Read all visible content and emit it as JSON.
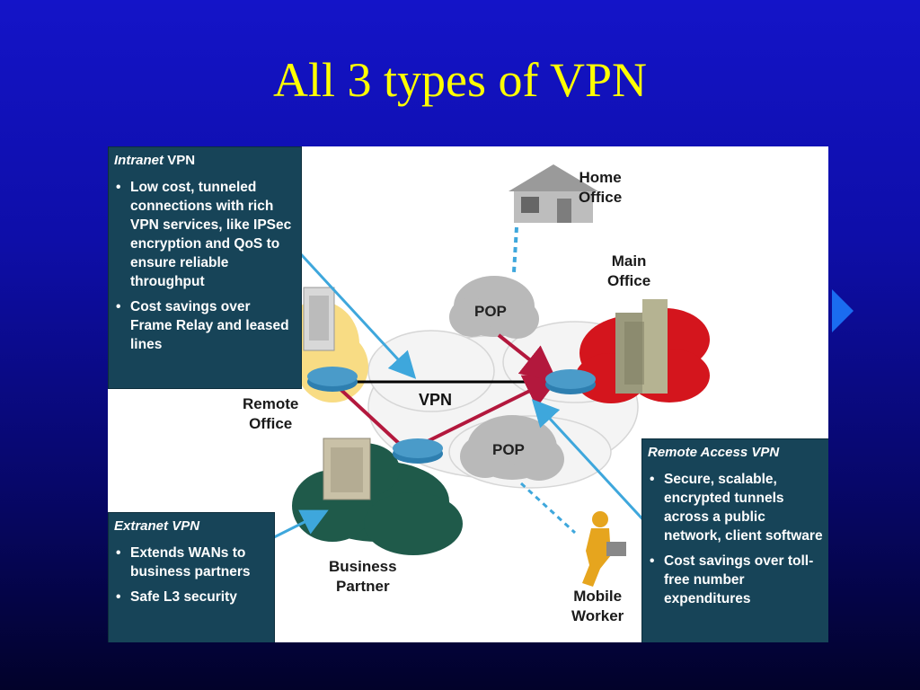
{
  "slide": {
    "title": "All 3 types of VPN"
  },
  "diagram": {
    "intranet": {
      "title_italic": "Intranet",
      "title_rest": "VPN",
      "bullets": [
        "Low cost, tunneled connections with rich VPN services, like IPSec encryption and QoS to ensure reliable throughput",
        "Cost savings over Frame Relay and leased lines"
      ]
    },
    "extranet": {
      "title": "Extranet VPN",
      "bullets": [
        "Extends WANs to business partners",
        "Safe L3 security"
      ]
    },
    "remote_access": {
      "title": "Remote Access VPN",
      "bullets": [
        "Secure, scalable, encrypted tunnels across a public network, client software",
        "Cost savings over toll-free number expenditures"
      ]
    },
    "labels": {
      "home_office": [
        "Home",
        "Office"
      ],
      "main_office": [
        "Main",
        "Office"
      ],
      "remote_office": [
        "Remote",
        "Office"
      ],
      "business_partner": [
        "Business",
        "Partner"
      ],
      "mobile_worker": [
        "Mobile",
        "Worker"
      ],
      "vpn": "VPN",
      "pop_top": "POP",
      "pop_bottom": "POP"
    },
    "colors": {
      "panel_bg": "#174458",
      "main_office_cloud": "#d4151d",
      "business_cloud": "#1f5a4a",
      "remote_cloud": "#f8dc84",
      "pop_cloud": "#b9b9b9",
      "router": "#2e7fb0",
      "tunnel": "#b3183d",
      "vpn_link": "#000000",
      "access_link": "#3ea7dc"
    }
  }
}
